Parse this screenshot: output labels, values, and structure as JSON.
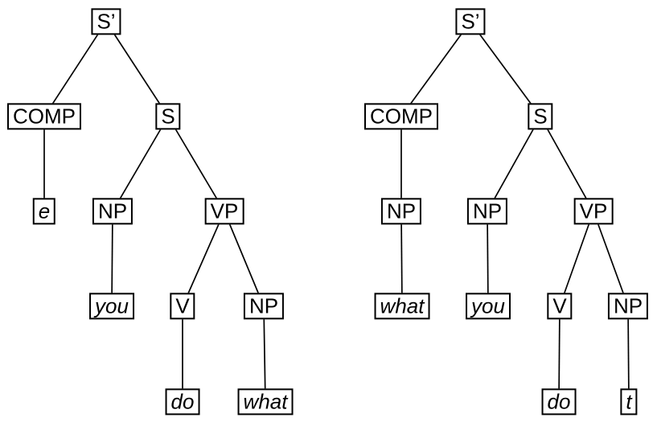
{
  "colors": {
    "background": "#ffffff",
    "line": "#000000",
    "box_border": "#000000",
    "text": "#000000"
  },
  "trees": [
    {
      "name": "left-tree-wh-in-situ",
      "nodes": {
        "s_bar": {
          "label": "S’"
        },
        "comp": {
          "label": "COMP"
        },
        "s": {
          "label": "S"
        },
        "e": {
          "label": "e",
          "italic": true
        },
        "np_subj": {
          "label": "NP"
        },
        "vp": {
          "label": "VP"
        },
        "you": {
          "label": "you",
          "italic": true
        },
        "v": {
          "label": "V"
        },
        "np_obj": {
          "label": "NP"
        },
        "do": {
          "label": "do",
          "italic": true
        },
        "what": {
          "label": "what",
          "italic": true
        }
      },
      "edges": [
        [
          "s_bar",
          "comp"
        ],
        [
          "s_bar",
          "s"
        ],
        [
          "comp",
          "e"
        ],
        [
          "s",
          "np_subj"
        ],
        [
          "s",
          "vp"
        ],
        [
          "np_subj",
          "you"
        ],
        [
          "vp",
          "v"
        ],
        [
          "vp",
          "np_obj"
        ],
        [
          "v",
          "do"
        ],
        [
          "np_obj",
          "what"
        ]
      ]
    },
    {
      "name": "right-tree-wh-moved",
      "nodes": {
        "s_bar": {
          "label": "S’"
        },
        "comp": {
          "label": "COMP"
        },
        "s": {
          "label": "S"
        },
        "np_comp": {
          "label": "NP"
        },
        "np_subj": {
          "label": "NP"
        },
        "vp": {
          "label": "VP"
        },
        "what": {
          "label": "what",
          "italic": true
        },
        "you": {
          "label": "you",
          "italic": true
        },
        "v": {
          "label": "V"
        },
        "np_obj": {
          "label": "NP"
        },
        "do": {
          "label": "do",
          "italic": true
        },
        "t": {
          "label": "t",
          "italic": true
        }
      },
      "edges": [
        [
          "s_bar",
          "comp"
        ],
        [
          "s_bar",
          "s"
        ],
        [
          "comp",
          "np_comp"
        ],
        [
          "s",
          "np_subj"
        ],
        [
          "s",
          "vp"
        ],
        [
          "np_comp",
          "what"
        ],
        [
          "np_subj",
          "you"
        ],
        [
          "vp",
          "v"
        ],
        [
          "vp",
          "np_obj"
        ],
        [
          "v",
          "do"
        ],
        [
          "np_obj",
          "t"
        ]
      ]
    }
  ]
}
